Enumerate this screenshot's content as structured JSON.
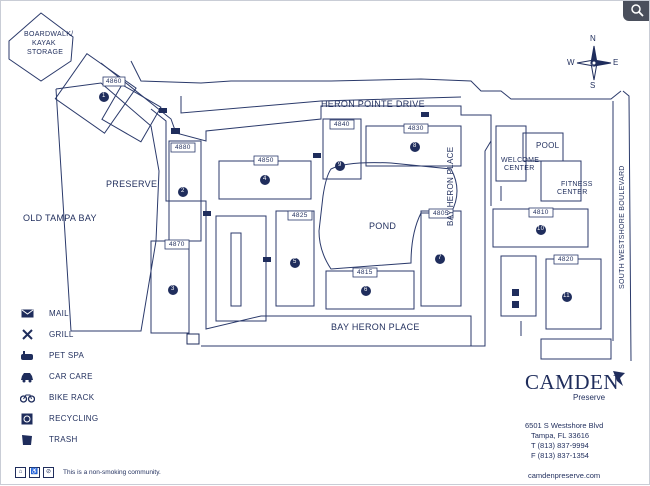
{
  "map": {
    "labels": {
      "boardwalk": "BOARDWALK/",
      "kayak": "KAYAK",
      "storage": "STORAGE",
      "preserve": "PRESERVE",
      "old_tampa_bay": "OLD TAMPA BAY",
      "heron_pointe_drive": "HERON POINTE DRIVE",
      "pond": "POND",
      "bay_heron_place_bottom": "BAY HERON PLACE",
      "bay_heron_place_vertical": "BAY HERON PLACE",
      "south_westshore": "SOUTH WESTSHORE BOULEVARD",
      "pool": "POOL",
      "welcome_1": "WELCOME",
      "welcome_2": "CENTER",
      "fitness_1": "FITNESS",
      "fitness_2": "CENTER"
    },
    "compass": {
      "n": "N",
      "e": "E",
      "s": "S",
      "w": "W"
    },
    "buildings": [
      {
        "addr": "4860",
        "num": "1"
      },
      {
        "addr": "4880",
        "num": "2"
      },
      {
        "addr": "4870",
        "num": "3"
      },
      {
        "addr": "4850",
        "num": "4"
      },
      {
        "addr": "4825",
        "num": "5"
      },
      {
        "addr": "4815",
        "num": "6"
      },
      {
        "addr": "4805",
        "num": "7"
      },
      {
        "addr": "4830",
        "num": "8"
      },
      {
        "addr": "4840",
        "num": "9"
      },
      {
        "addr": "4810",
        "num": "10"
      },
      {
        "addr": "4820",
        "num": "11"
      }
    ],
    "colors": {
      "ink": "#1f2d5c",
      "line": "#2b3a6b",
      "paper": "#ffffff"
    }
  },
  "legend": {
    "items": [
      {
        "icon": "mail-icon",
        "label": "MAIL"
      },
      {
        "icon": "grill-icon",
        "label": "GRILL"
      },
      {
        "icon": "pet-spa-icon",
        "label": "PET SPA"
      },
      {
        "icon": "car-care-icon",
        "label": "CAR CARE"
      },
      {
        "icon": "bike-rack-icon",
        "label": "BIKE RACK"
      },
      {
        "icon": "recycling-icon",
        "label": "RECYCLING"
      },
      {
        "icon": "trash-icon",
        "label": "TRASH"
      }
    ]
  },
  "brand": {
    "name": "CAMDEN",
    "sub": "Preserve",
    "address": "6501 S Westshore Blvd",
    "city": "Tampa, FL 33616",
    "phone": "T (813) 837-9994",
    "fax": "F (813) 837-1354",
    "website": "camdenpreserve.com"
  },
  "footer": {
    "note": "This is a non-smoking community."
  }
}
